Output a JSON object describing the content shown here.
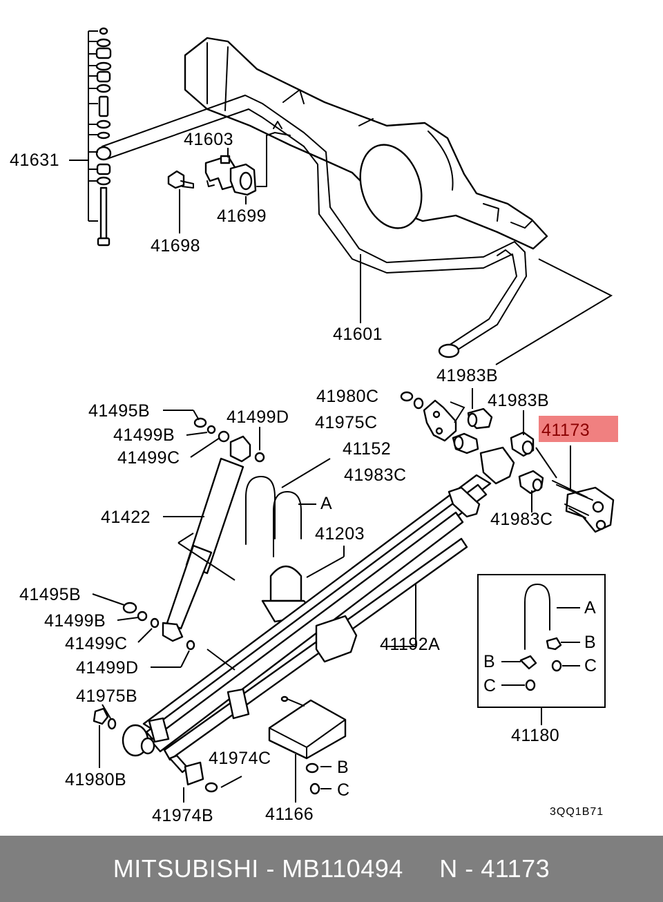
{
  "diagram": {
    "labels": {
      "l41631": "41631",
      "l41603": "41603",
      "l41699": "41699",
      "l41698": "41698",
      "l41601": "41601",
      "l41983B_1": "41983B",
      "l41983B_2": "41983B",
      "l41980C": "41980C",
      "l41975C": "41975C",
      "l41152": "41152",
      "l41983C_1": "41983C",
      "l41983C_2": "41983C",
      "l41173": "41173",
      "l41495B_1": "41495B",
      "l41499B_1": "41499B",
      "l41499C_1": "41499C",
      "l41499D_1": "41499D",
      "l41422": "41422",
      "lA_1": "A",
      "l41203": "41203",
      "l41192A": "41192A",
      "l41495B_2": "41495B",
      "l41499B_2": "41499B",
      "l41499C_2": "41499C",
      "l41499D_2": "41499D",
      "l41975B": "41975B",
      "l41980B": "41980B",
      "l41974C": "41974C",
      "l41974B": "41974B",
      "l41166": "41166",
      "lB_1": "B",
      "lC_1": "C",
      "lA_2": "A",
      "lB_2": "B",
      "lB_3": "B",
      "lC_2": "C",
      "lC_3": "C",
      "l41180": "41180"
    },
    "ref_code": "3QQ1B71",
    "highlight_color": "#f08080"
  },
  "footer": {
    "text": "MITSUBISHI - MB110494     N - 41173",
    "background": "#7f7f7f",
    "text_color": "#ffffff"
  }
}
